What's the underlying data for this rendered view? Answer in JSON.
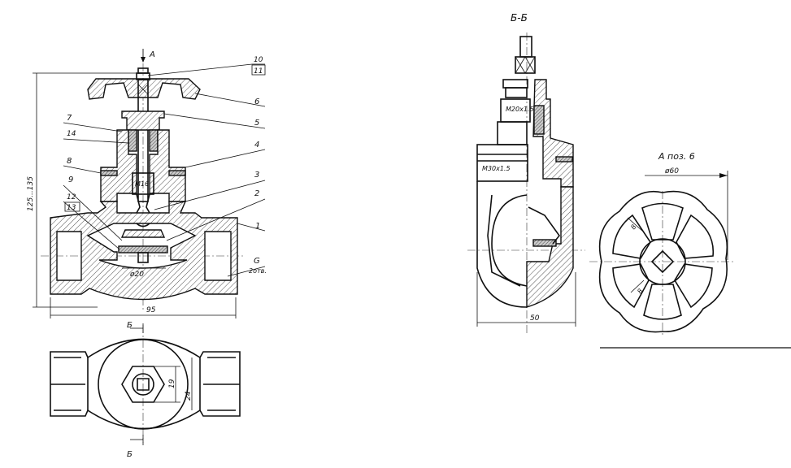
{
  "main_view": {
    "view_arrow": "А",
    "callouts": [
      "10",
      "11",
      "6",
      "5",
      "4",
      "7",
      "14",
      "8",
      "3",
      "9",
      "12",
      "13",
      "2",
      "1"
    ],
    "thread_stem": "М16",
    "seat_diameter": "ø20",
    "pipe_thread": "G",
    "pipe_thread_note": "2отв.",
    "height_dim": "125...135",
    "length_dim": "95"
  },
  "top_view": {
    "section_mark_top": "Б",
    "section_mark_bottom": "Б",
    "dim_inner": "19",
    "dim_outer": "24"
  },
  "section_view": {
    "title": "Б-Б",
    "thread_upper": "М20х1.5",
    "thread_lower": "М30х1.5",
    "width_dim": "50"
  },
  "handwheel_view": {
    "title": "А поз. 6",
    "diameter": "ø60",
    "spoke_dim_1": "8",
    "spoke_dim_2": "8"
  }
}
